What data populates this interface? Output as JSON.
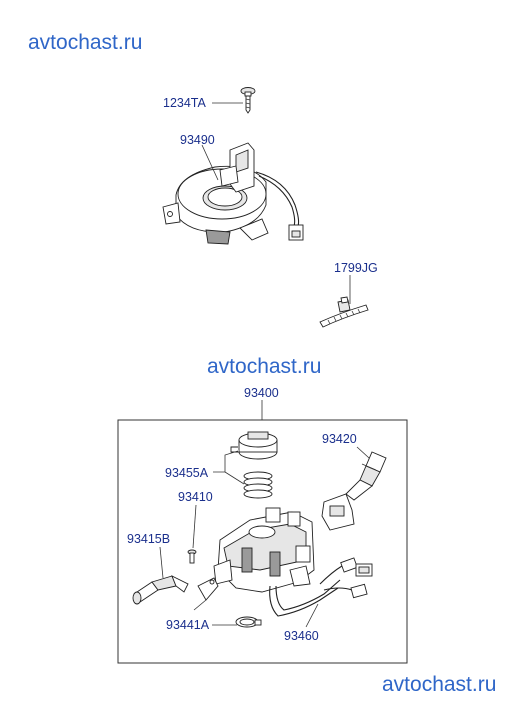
{
  "watermarks": {
    "top": "avtochast.ru",
    "middle": "avtochast.ru",
    "bottom": "avtochast.ru"
  },
  "labels": {
    "bolt": "1234TA",
    "clock_spring": "93490",
    "clip": "1799JG",
    "assembly": "93400",
    "light_switch": "93420",
    "cancel_cam": "93455A",
    "screw": "93410",
    "wiper_switch": "93415B",
    "ring": "93441A",
    "harness": "93460"
  },
  "colors": {
    "label_text": "#1a2f8c",
    "watermark": "#2f66c8",
    "line": "#333333"
  }
}
